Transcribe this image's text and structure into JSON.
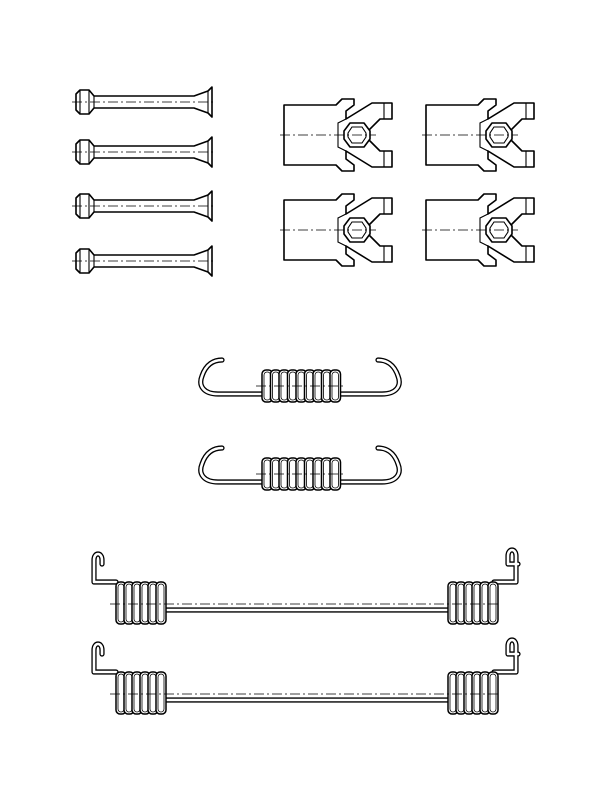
{
  "diagram": {
    "colors": {
      "line": "#000000",
      "background": "#ffffff"
    },
    "parts": {
      "pins": 4,
      "clips": 4,
      "short_springs": 2,
      "long_springs": 2
    }
  }
}
